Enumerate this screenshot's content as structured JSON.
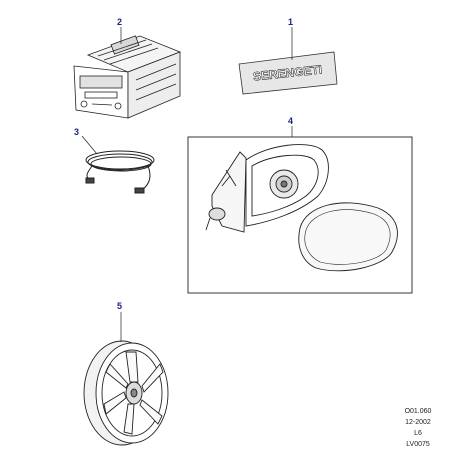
{
  "callouts": {
    "c1": "1",
    "c2": "2",
    "c3": "3",
    "c4": "4",
    "c5": "5"
  },
  "badge_text": "SERENGETI",
  "reference": {
    "code": "O01.060",
    "date": "12-2002",
    "level": "L6",
    "sheet": "LV0075"
  }
}
